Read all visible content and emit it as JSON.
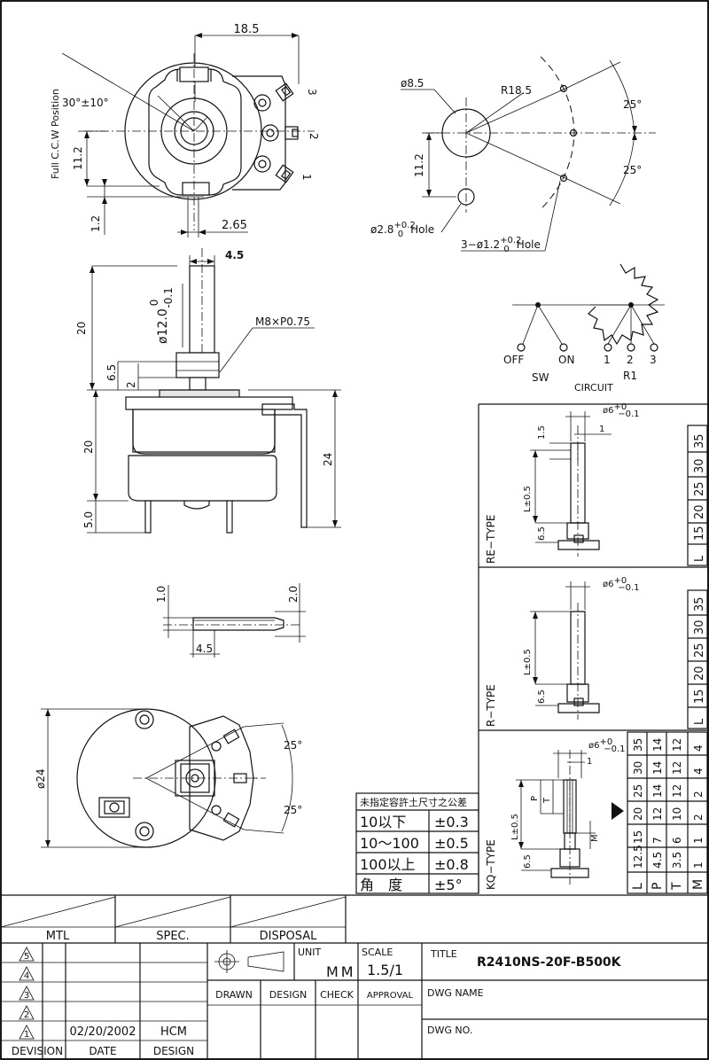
{
  "top_view": {
    "width_dim": "18.5",
    "angle_label": "30°±10°",
    "position_label": "Full C.C.W Position",
    "offset_dim": "11.2",
    "small_dim": "1.2",
    "pin_spacing_dim": "2.65",
    "pin_1": "1",
    "pin_2": "2",
    "pin_3": "3"
  },
  "hole_layout": {
    "dia_dim": "ø8.5",
    "radius_dim": "R18.5",
    "offset_dim": "11.2",
    "angle_upper": "25°",
    "angle_lower": "25°",
    "small_hole": "ø2.8",
    "small_hole_tol_upper": "+0.2",
    "small_hole_tol_lower": "0",
    "small_hole_suffix": "Hole",
    "pin_holes": "3−ø1.2",
    "pin_holes_tol_upper": "+0.2",
    "pin_holes_tol_lower": "0",
    "pin_holes_suffix": "Hole"
  },
  "side_view": {
    "shaft_width": "4.5",
    "shaft_dia": "ø12.0",
    "shaft_tol_upper": "0",
    "shaft_tol_lower": "-0.1",
    "thread": "M8×P0.75",
    "shaft_length": "20",
    "bushing_length": "6.5",
    "bushing_small": "2",
    "body_height": "20",
    "total_height": "24",
    "pin_length": "5.0"
  },
  "pin_detail": {
    "thickness": "1.0",
    "end_width": "2.0",
    "length": "4.5"
  },
  "bottom_view": {
    "dia": "ø24",
    "angle_upper": "25°",
    "angle_lower": "25°"
  },
  "circuit": {
    "sw_off": "OFF",
    "sw_on": "ON",
    "sw_label": "SW",
    "r1_pin1": "1",
    "r1_pin2": "2",
    "r1_pin3": "3",
    "r1_label": "R1",
    "title": "CIRCUIT"
  },
  "types": {
    "re": {
      "label": "RE−TYPE",
      "shaft_dia": "ø6",
      "shaft_tol_upper": "+0",
      "shaft_tol_lower": "−0.1",
      "dim_top": "1.5",
      "dim_slot": "1",
      "dim_length": "L±0.5",
      "dim_bush": "6.5",
      "lengths": [
        "35",
        "30",
        "25",
        "20",
        "15"
      ],
      "length_header": "L"
    },
    "r": {
      "label": "R−TYPE",
      "shaft_dia": "ø6",
      "shaft_tol_upper": "+0",
      "shaft_tol_lower": "−0.1",
      "dim_length": "L±0.5",
      "dim_bush": "6.5",
      "lengths": [
        "35",
        "30",
        "25",
        "20",
        "15"
      ],
      "length_header": "L"
    },
    "kq": {
      "label": "KQ−TYPE",
      "shaft_dia": "ø6",
      "shaft_tol_upper": "+0",
      "shaft_tol_lower": "−0.1",
      "dim_slot": "1",
      "dim_p": "P",
      "dim_t": "T",
      "dim_m": "M",
      "dim_length": "L±0.5",
      "dim_bush": "6.5",
      "table_headers": [
        "L",
        "P",
        "T",
        "M"
      ],
      "table_rows": [
        [
          "35",
          "14",
          "12",
          "4"
        ],
        [
          "30",
          "14",
          "12",
          "4"
        ],
        [
          "25",
          "14",
          "12",
          "2"
        ],
        [
          "20",
          "12",
          "10",
          "2"
        ],
        [
          "15",
          "7",
          "6",
          "1"
        ],
        [
          "12.5",
          "4.5",
          "3.5",
          "1"
        ]
      ]
    }
  },
  "tolerance_table": {
    "header": "未指定容許土尺寸之公差",
    "rows": [
      [
        "10以下",
        "±0.3"
      ],
      [
        "10〜100",
        "±0.5"
      ],
      [
        "100以上",
        "±0.8"
      ],
      [
        "角　度",
        "±5°"
      ]
    ]
  },
  "title_block": {
    "mtl": "MTL",
    "spec": "SPEC.",
    "disposal": "DISPOSAL",
    "unit_label": "UNIT",
    "unit_value": "MM",
    "scale_label": "SCALE",
    "scale_value": "1.5/1",
    "title_label": "TITLE",
    "title_value": "R2410NS-20F-B500K",
    "drawn": "DRAWN",
    "design": "DESIGN",
    "check": "CHECK",
    "approval": "APPROVAL",
    "dwg_name": "DWG  NAME",
    "dwg_no": "DWG    NO.",
    "revisions": [
      "5",
      "4",
      "3",
      "2",
      "1"
    ],
    "rev1_date": "02/20/2002",
    "rev1_by": "HCM",
    "col_division": "DEVISION",
    "col_date": "DATE",
    "col_design": "DESIGN"
  }
}
